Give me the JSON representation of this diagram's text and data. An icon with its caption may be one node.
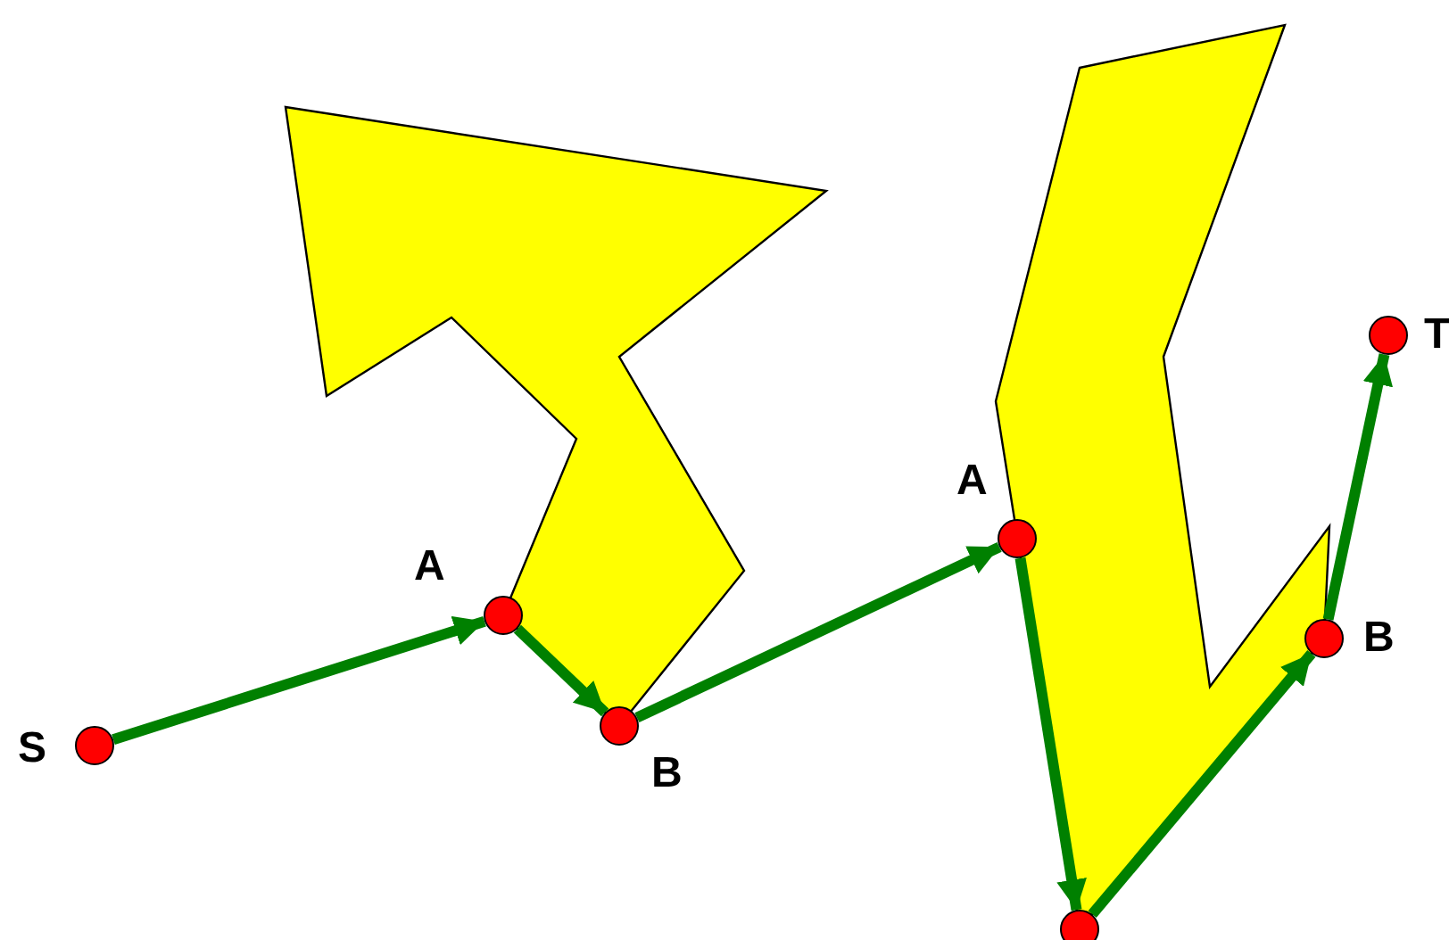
{
  "diagram": {
    "nodes": [
      {
        "text": [],
        "shape": "circle",
        "beside": [
          "S"
        ]
      },
      {
        "text": [],
        "shape": "circle",
        "beside": [
          "A"
        ]
      },
      {
        "text": [],
        "shape": "circle",
        "beside": [
          "B"
        ]
      },
      {
        "text": [],
        "shape": "circle",
        "beside": [
          "A"
        ]
      },
      {
        "text": [],
        "shape": "circle"
      },
      {
        "text": [],
        "shape": "circle",
        "beside": [
          "B"
        ]
      },
      {
        "text": [],
        "shape": "circle",
        "beside": [
          "T"
        ]
      }
    ],
    "edges": [
      {
        "from": 0,
        "to": 1,
        "arrow": "to"
      },
      {
        "from": 1,
        "to": 2,
        "arrow": "to"
      },
      {
        "from": 2,
        "to": 3,
        "arrow": "to"
      },
      {
        "from": 3,
        "to": 4,
        "arrow": "to"
      },
      {
        "from": 4,
        "to": 5,
        "arrow": "to"
      },
      {
        "from": 5,
        "to": 6,
        "arrow": "to"
      }
    ]
  }
}
